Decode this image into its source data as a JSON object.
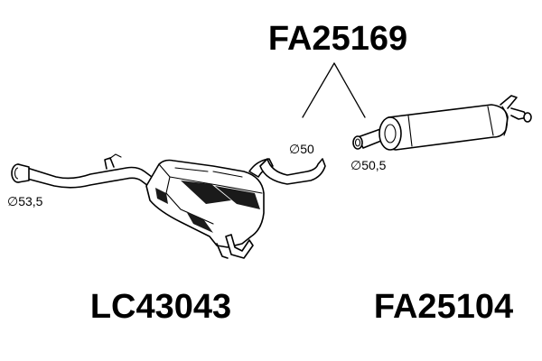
{
  "parts": {
    "pipe_code": "FA25169",
    "front_muffler_code": "LC43043",
    "rear_muffler_code": "FA25104"
  },
  "diameters": {
    "inlet": "∅53,5",
    "pipe": "∅50",
    "rear_inlet": "∅50,5"
  }
}
